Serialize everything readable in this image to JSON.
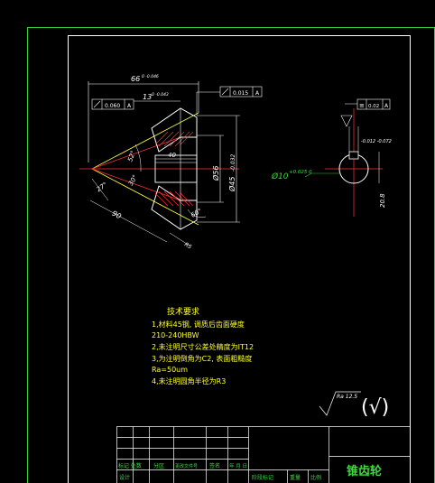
{
  "part": {
    "title": "锥齿轮"
  },
  "dimensions": {
    "top_width": "66",
    "top_width_tol": "0 -0.046",
    "hub_len": "13",
    "hub_len_tol": "0 -0.043",
    "bore_len": "40",
    "dia_56": "Ø56",
    "dia_45": "Ø45",
    "dia_45_tol": "-0.032",
    "angle_52": "52°",
    "angle_30": "30°",
    "angle_27": "27°",
    "angle_90": "90",
    "angle_60": "60°",
    "r_value": "R5",
    "bore_dia": "Ø10",
    "bore_dia_tol": "+0.025 0",
    "key_h": "20.8",
    "key_w_tol": "-0.012 -0.072"
  },
  "tolerances": {
    "flatness": "0.060",
    "flatness_ref": "A",
    "runout": "0.015",
    "runout_ref": "A",
    "sym": "0.02",
    "sym_ref": "A"
  },
  "requirements": {
    "heading": "技术要求",
    "line1": "1,材料45钢, 调质后齿面硬度",
    "line2": "210-240HBW",
    "line3": "2,未注明尺寸公差处精度为IT12",
    "line4": "3,为注明倒角为C2, 表面粗糙度",
    "line5": "Ra=50um",
    "line6": "4,未注明圆角半径为R3"
  },
  "roughness": {
    "label": "Ra 12.5",
    "symbol": "(√)"
  },
  "titleblock": {
    "row1": "标记 处数",
    "row1b": "分区",
    "row1c": "更改文件号",
    "row1d": "签名",
    "row1e": "年 月 日",
    "design": "设计",
    "stage": "阶段标记",
    "weight": "重量",
    "ratio": "比例"
  },
  "colors": {
    "border": "#32d232",
    "text": "#3adc3a",
    "yellow": "#ffff33",
    "red": "#ff3333",
    "cyan": "#33ffff"
  }
}
